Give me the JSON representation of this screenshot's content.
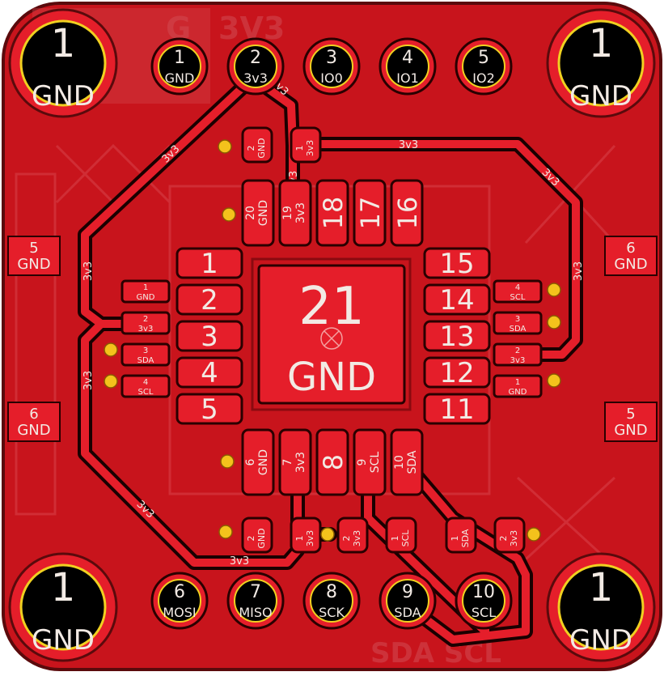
{
  "colors": {
    "board": "#c8141c",
    "board_edge": "#5a0a0c",
    "copper": "#e51e2a",
    "trace_outline": "#1a0000",
    "pad_fill": "#d61a24",
    "pad_edge": "#2a0000",
    "ring": "#f0d020",
    "silk": "#f2eae4",
    "via_ring": "#f4c21c",
    "silk_faint": "#d8424a"
  },
  "mounting_holes": [
    {
      "num": "1",
      "net": "GND"
    },
    {
      "num": "1",
      "net": "GND"
    },
    {
      "num": "1",
      "net": "GND"
    },
    {
      "num": "1",
      "net": "GND"
    }
  ],
  "top_header": [
    {
      "num": "1",
      "net": "GND"
    },
    {
      "num": "2",
      "net": "3v3"
    },
    {
      "num": "3",
      "net": "IO0"
    },
    {
      "num": "4",
      "net": "IO1"
    },
    {
      "num": "5",
      "net": "IO2"
    }
  ],
  "bottom_header": [
    {
      "num": "6",
      "net": "MOSI"
    },
    {
      "num": "7",
      "net": "MISO"
    },
    {
      "num": "8",
      "net": "SCK"
    },
    {
      "num": "9",
      "net": "SDA"
    },
    {
      "num": "10",
      "net": "SCL"
    }
  ],
  "edge_pads": [
    {
      "num": "5",
      "net": "GND"
    },
    {
      "num": "6",
      "net": "GND"
    },
    {
      "num": "6",
      "net": "GND"
    },
    {
      "num": "5",
      "net": "GND"
    }
  ],
  "ic_left_pads": [
    "1",
    "2",
    "3",
    "4",
    "5"
  ],
  "ic_right_pads": [
    "15",
    "14",
    "13",
    "12",
    "11"
  ],
  "ic_top_pads": [
    {
      "num": "20",
      "net": "GND"
    },
    {
      "num": "19",
      "net": "3v3"
    },
    {
      "num": "18",
      "net": ""
    },
    {
      "num": "17",
      "net": ""
    },
    {
      "num": "16",
      "net": ""
    }
  ],
  "ic_bottom_pads": [
    {
      "num": "6",
      "net": "GND"
    },
    {
      "num": "7",
      "net": "3v3"
    },
    {
      "num": "8",
      "net": ""
    },
    {
      "num": "9",
      "net": "SCL"
    },
    {
      "num": "10",
      "net": "SDA"
    }
  ],
  "center_pad": {
    "num": "21",
    "net": "GND"
  },
  "left_connector": [
    {
      "num": "1",
      "net": "GND"
    },
    {
      "num": "2",
      "net": "3v3"
    },
    {
      "num": "3",
      "net": "SDA"
    },
    {
      "num": "4",
      "net": "SCL"
    }
  ],
  "right_connector": [
    {
      "num": "4",
      "net": "SCL"
    },
    {
      "num": "3",
      "net": "SDA"
    },
    {
      "num": "2",
      "net": "3v3"
    },
    {
      "num": "1",
      "net": "GND"
    }
  ],
  "top_cap": [
    {
      "num": "2",
      "net": "GND"
    },
    {
      "num": "1",
      "net": "3v3"
    }
  ],
  "bottom_cap": [
    {
      "num": "2",
      "net": "GND"
    },
    {
      "num": "1",
      "net": "3v3"
    }
  ],
  "bottom_res_1": [
    {
      "num": "2",
      "net": "3v3"
    },
    {
      "num": "1",
      "net": "SCL"
    }
  ],
  "bottom_res_2": [
    {
      "num": "1",
      "net": "SDA"
    },
    {
      "num": "2",
      "net": "3v3"
    }
  ],
  "trace_labels": [
    "3v3",
    "3v3",
    "3v3",
    "3v3",
    "3v3",
    "3v3",
    "3v3",
    "3v3",
    "3v3",
    "3v3",
    "3v3"
  ],
  "silk_texts": {
    "top_g": "G",
    "top_3v3": "3V3",
    "bottom": "SDA SCL"
  }
}
